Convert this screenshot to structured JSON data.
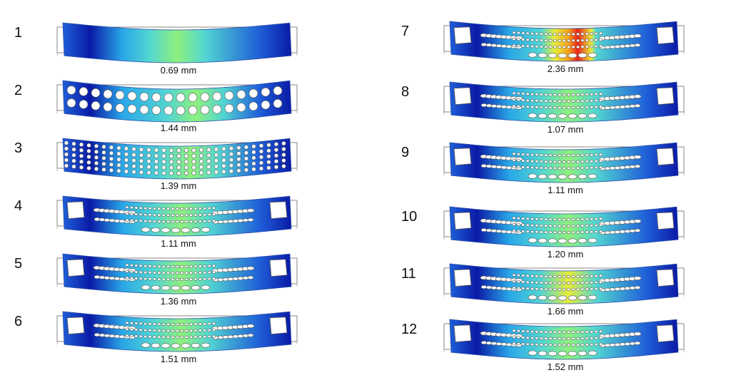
{
  "figure": {
    "colormap": [
      "#0a1aa6",
      "#1f5fd8",
      "#29a6e8",
      "#52d6d1",
      "#8ef07d",
      "#e8ec38",
      "#f5a11b",
      "#e8241c"
    ]
  },
  "panels": [
    {
      "number": "1",
      "label": "0.69 mm",
      "holes": "none"
    },
    {
      "number": "2",
      "label": "1.44 mm",
      "holes": "large-uniform-circles"
    },
    {
      "number": "3",
      "label": "1.39 mm",
      "holes": "small-uniform-grid"
    },
    {
      "number": "4",
      "label": "1.11 mm",
      "holes": "optimized-pattern"
    },
    {
      "number": "5",
      "label": "1.36 mm",
      "holes": "optimized-pattern"
    },
    {
      "number": "6",
      "label": "1.51 mm",
      "holes": "optimized-pattern"
    },
    {
      "number": "7",
      "label": "2.36 mm",
      "holes": "optimized-pattern"
    },
    {
      "number": "8",
      "label": "1.07 mm",
      "holes": "optimized-pattern"
    },
    {
      "number": "9",
      "label": "1.11 mm",
      "holes": "optimized-pattern"
    },
    {
      "number": "10",
      "label": "1.20 mm",
      "holes": "optimized-pattern"
    },
    {
      "number": "11",
      "label": "1.66 mm",
      "holes": "optimized-pattern"
    },
    {
      "number": "12",
      "label": "1.52 mm",
      "holes": "optimized-pattern"
    }
  ]
}
